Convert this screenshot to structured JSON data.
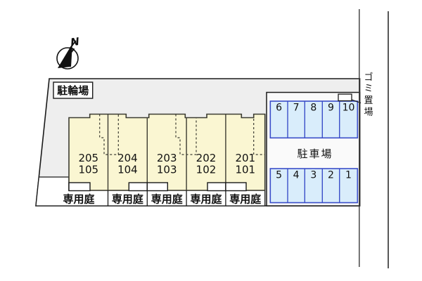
{
  "compass": {
    "north_label": "N"
  },
  "bicycle_area": {
    "label": "駐輪場"
  },
  "building": {
    "garden_label": "専用庭",
    "units": [
      {
        "upper": "205",
        "lower": "105"
      },
      {
        "upper": "204",
        "lower": "104"
      },
      {
        "upper": "203",
        "lower": "103"
      },
      {
        "upper": "202",
        "lower": "102"
      },
      {
        "upper": "201",
        "lower": "101"
      }
    ]
  },
  "parking": {
    "label": "駐車場",
    "top_row": [
      "6",
      "7",
      "8",
      "9",
      "10"
    ],
    "bottom_row": [
      "5",
      "4",
      "3",
      "2",
      "1"
    ]
  },
  "garbage": {
    "label": "ゴミ置場",
    "chars": [
      "ゴ",
      "ミ",
      "置",
      "場"
    ]
  },
  "colors": {
    "site_fill": "#eeeeee",
    "lowerleft_fill": "#ffffff",
    "parking_fill": "#fafafa",
    "building_fill": "#faf6d2",
    "building_stroke": "#3c3c32",
    "stall_fill": "#d9edfb",
    "stall_stroke": "#3a4ec9",
    "line": "#1a1a1a"
  }
}
